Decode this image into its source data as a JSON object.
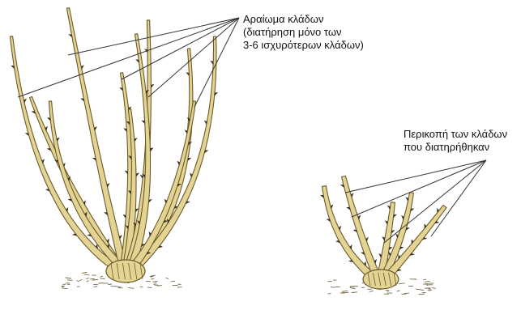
{
  "annotations": {
    "thinning": {
      "lines": [
        "Αραίωμα κλάδων",
        "(διατήρηση μόνο των",
        "3-6 ισχυρότερων κλάδων)"
      ]
    },
    "pruning": {
      "lines": [
        "Περικοπή των κλάδων",
        "που διατηρήθηκαν"
      ]
    }
  },
  "colors": {
    "cane_fill": "#e4d494",
    "cane_stroke": "#6a5a2a",
    "thorn": "#3a3020",
    "soil": "#7a6a4a",
    "pointer_line": "#333333",
    "label_text": "#111111"
  }
}
